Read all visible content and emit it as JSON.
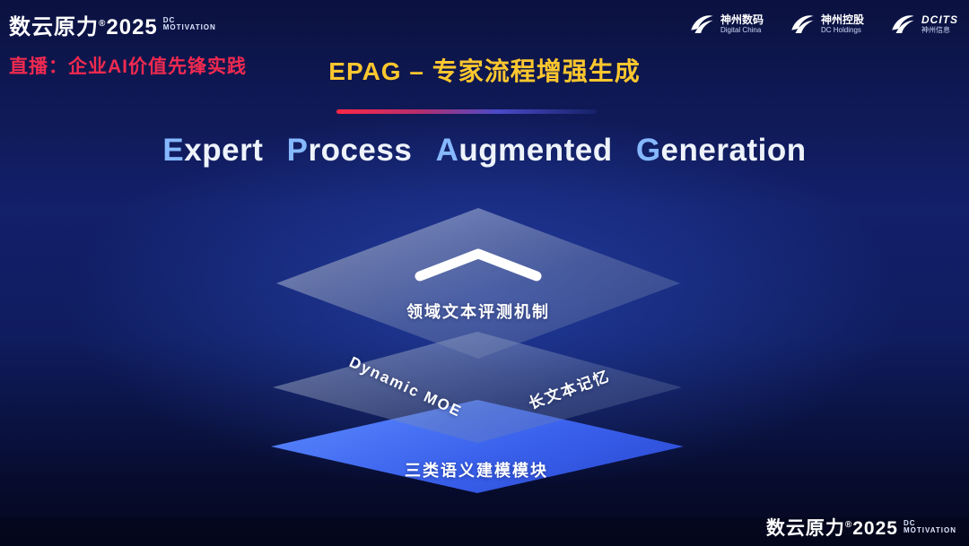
{
  "theme": {
    "accent_yellow": "#ffc72e",
    "accent_red": "#f02a50",
    "accent_blue": "#3a61ec",
    "glass_layer": "rgba(210,222,246,0.45)"
  },
  "header": {
    "brand": {
      "name": "数云原力",
      "reg": "®",
      "year": "2025",
      "sub_line1": "DC",
      "sub_line2": "MOTIVATION"
    },
    "live_label": "直播：企业AI价值先锋实践",
    "partner_logos": [
      {
        "name": "神州数码",
        "sub": "Digital China"
      },
      {
        "name": "神州控股",
        "sub": "DC Holdings"
      },
      {
        "name": "DCITS",
        "sub": "神州信息"
      }
    ]
  },
  "title": {
    "epag_heading": "EPAG – 专家流程增强生成",
    "subtitle_words": [
      {
        "initial": "E",
        "rest": "xpert"
      },
      {
        "initial": "P",
        "rest": "rocess"
      },
      {
        "initial": "A",
        "rest": "ugmented"
      },
      {
        "initial": "G",
        "rest": "eneration"
      }
    ]
  },
  "diagram": {
    "top_layer_label": "领域文本评测机制",
    "middle_layer_left_label": "Dynamic MOE",
    "middle_layer_right_label": "长文本记忆",
    "bottom_layer_label": "三类语义建模模块"
  },
  "footer": {
    "brand": {
      "name": "数云原力",
      "reg": "®",
      "year": "2025",
      "sub_line1": "DC",
      "sub_line2": "MOTIVATION"
    }
  }
}
